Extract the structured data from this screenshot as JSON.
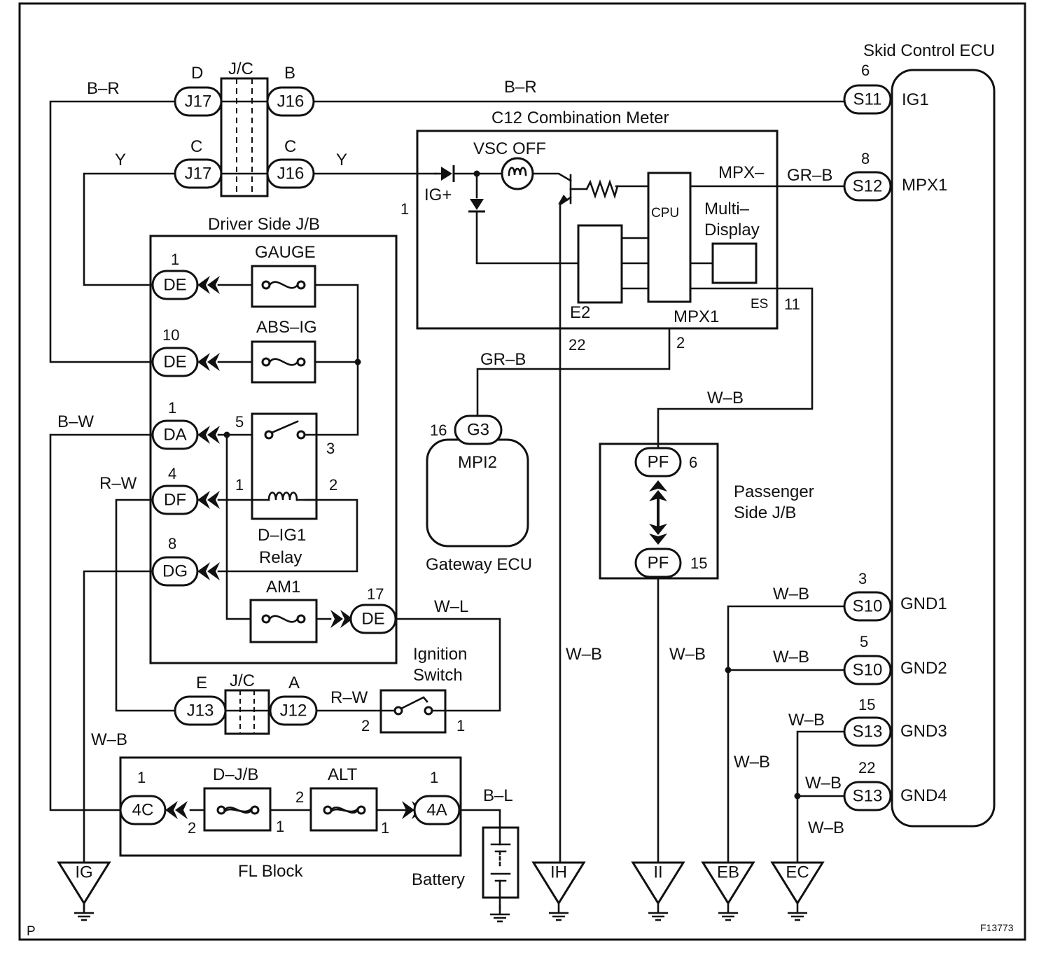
{
  "blocks": {
    "jc_top": "J/C",
    "jc_bottom": "J/C",
    "combo_meter": "C12 Combination Meter",
    "driver_jb": "Driver Side J/B",
    "skid_ecu": "Skid Control ECU",
    "gateway_ecu": "Gateway ECU",
    "gateway_inner": "MPI2",
    "passenger_jb_line1": "Passenger",
    "passenger_jb_line2": "Side J/B",
    "fl_block": "FL Block",
    "battery": "Battery",
    "ignition_line1": "Ignition",
    "ignition_line2": "Switch",
    "relay_line1": "D–IG1",
    "relay_line2": "Relay"
  },
  "connectors": {
    "j17_d": "J17",
    "j17_c": "J17",
    "j16_b": "J16",
    "j16_c": "J16",
    "s11": "S11",
    "s12": "S12",
    "s10a": "S10",
    "s10b": "S10",
    "s13a": "S13",
    "s13b": "S13",
    "de1": "DE",
    "de10": "DE",
    "da1": "DA",
    "df4": "DF",
    "dg8": "DG",
    "de17": "DE",
    "j13": "J13",
    "j12": "J12",
    "g3": "G3",
    "pf6": "PF",
    "pf15": "PF",
    "c4": "4C",
    "a4": "4A"
  },
  "connector_letters": {
    "d": "D",
    "b": "B",
    "c_left": "C",
    "c_right": "C",
    "e": "E",
    "a": "A"
  },
  "fuses": {
    "gauge": "GAUGE",
    "absig": "ABS–IG",
    "am1": "AM1",
    "djb": "D–J/B",
    "alt": "ALT"
  },
  "grounds": {
    "ig": "IG",
    "ih": "IH",
    "ii": "II",
    "eb": "EB",
    "ec": "EC"
  },
  "meter": {
    "vsc_off": "VSC OFF",
    "ig_plus": "IG+",
    "cpu": "CPU",
    "multi_line1": "Multi–",
    "multi_line2": "Display",
    "mpx_minus": "MPX–",
    "e2": "E2",
    "es": "ES",
    "mpx1": "MPX1"
  },
  "ecu_pins": {
    "ig1": "IG1",
    "mpx1": "MPX1",
    "gnd1": "GND1",
    "gnd2": "GND2",
    "gnd3": "GND3",
    "gnd4": "GND4"
  },
  "wires": {
    "br_left": "B–R",
    "br_top": "B–R",
    "y_left": "Y",
    "y_right": "Y",
    "bw": "B–W",
    "rw_left": "R–W",
    "rw_ign": "R–W",
    "wl": "W–L",
    "wb_ig": "W–B",
    "bl": "B–L",
    "grb_top": "GR–B",
    "grb_gw": "GR–B",
    "wb_pf": "W–B",
    "wb_22": "W–B",
    "wb_ii": "W–B",
    "wb_gnd1": "W–B",
    "wb_gnd2": "W–B",
    "wb_gnd3": "W–B",
    "wb_gnd4": "W–B",
    "wb_eb": "W–B",
    "wb_ec": "W–B"
  },
  "pins": {
    "s11": "6",
    "s12": "8",
    "s10a": "3",
    "s10b": "5",
    "s13a": "15",
    "s13b": "22",
    "de1": "1",
    "de10": "10",
    "da1": "1",
    "df4": "4",
    "dg8": "8",
    "de17": "17",
    "relay5": "5",
    "relay3": "3",
    "relay1": "1",
    "relay2": "2",
    "g3": "16",
    "pf6": "6",
    "pf15": "15",
    "meter1": "1",
    "meter22": "22",
    "meter2": "2",
    "meter11": "11",
    "ign2": "2",
    "ign1": "1",
    "c4": "1",
    "c4_2": "2",
    "djb1": "1",
    "alt2": "2",
    "alt1": "1",
    "a4": "1"
  },
  "corner_left": "P",
  "figure_id": "F13773"
}
